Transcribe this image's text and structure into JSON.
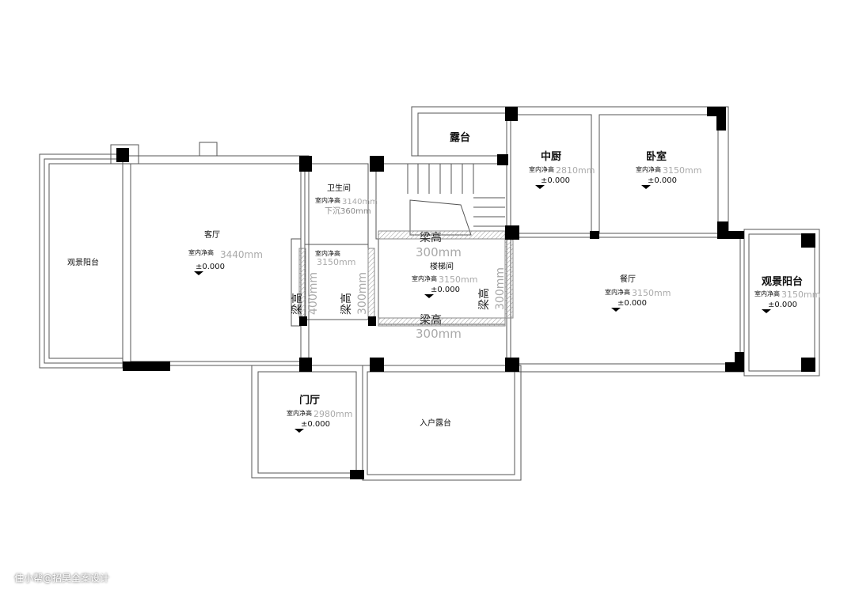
{
  "rooms": {
    "living": {
      "name": "客厅",
      "height_label": "室内净高",
      "height": "3440mm",
      "level": "±0.000"
    },
    "view_balcony_left": {
      "name": "观景阳台"
    },
    "bathroom": {
      "name": "卫生间",
      "height_label": "室内净高",
      "height": "3140mm",
      "sunk": "下沉360mm"
    },
    "small_room": {
      "height_label": "室内净高",
      "height": "3150mm"
    },
    "stair": {
      "name": "楼梯间",
      "height_label": "室内净高",
      "height": "3150mm",
      "level": "±0.000"
    },
    "terrace": {
      "name": "露台"
    },
    "kitchen": {
      "name": "中厨",
      "height_label": "室内净高",
      "height": "2810mm",
      "level": "±0.000"
    },
    "bedroom": {
      "name": "卧室",
      "height_label": "室内净高",
      "height": "3150mm",
      "level": "±0.000"
    },
    "dining": {
      "name": "餐厅",
      "height_label": "室内净高",
      "height": "3150mm",
      "level": "±0.000"
    },
    "view_balcony_right": {
      "name": "观景阳台",
      "height_label": "室内净高",
      "height": "3150mm",
      "level": "±0.000"
    },
    "foyer": {
      "name": "门厅",
      "height_label": "室内净高",
      "height": "2980mm",
      "level": "±0.000"
    },
    "entry_terrace": {
      "name": "入户露台"
    }
  },
  "beams": {
    "label": "梁高",
    "stair_top": "300mm",
    "stair_bottom": "300mm",
    "stair_right": "300mm",
    "left_outer": "400mm",
    "left_inner": "300mm"
  },
  "watermark": "住小帮@招昊全案设计"
}
